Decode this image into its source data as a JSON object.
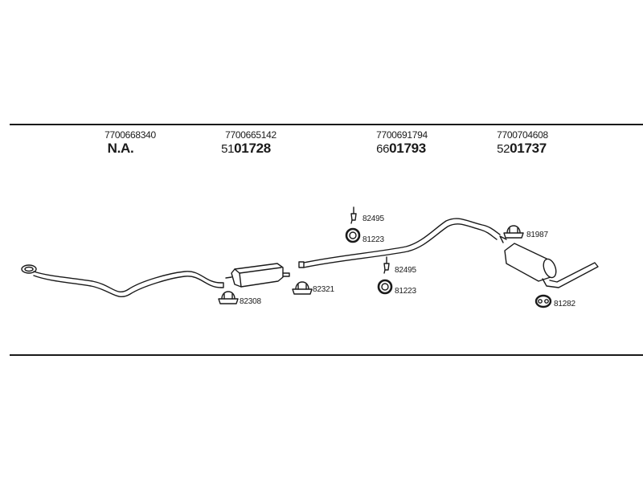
{
  "header": {
    "columns": [
      {
        "oem": "7700668340",
        "code_prefix": "",
        "code_main": "N.A."
      },
      {
        "oem": "7700665142",
        "code_prefix": "51",
        "code_main": "01728"
      },
      {
        "oem": "7700691794",
        "code_prefix": "66",
        "code_main": "01793"
      },
      {
        "oem": "7700704608",
        "code_prefix": "52",
        "code_main": "01737"
      }
    ]
  },
  "parts": {
    "clamp_82308": "82308",
    "clamp_82321": "82321",
    "hanger_82495_a": "82495",
    "ring_81223_a": "81223",
    "hanger_82495_b": "82495",
    "ring_81223_b": "81223",
    "clamp_81987": "81987",
    "ring_81282": "81282"
  },
  "colors": {
    "line": "#1a1a1a",
    "part_fill": "#ffffff"
  }
}
